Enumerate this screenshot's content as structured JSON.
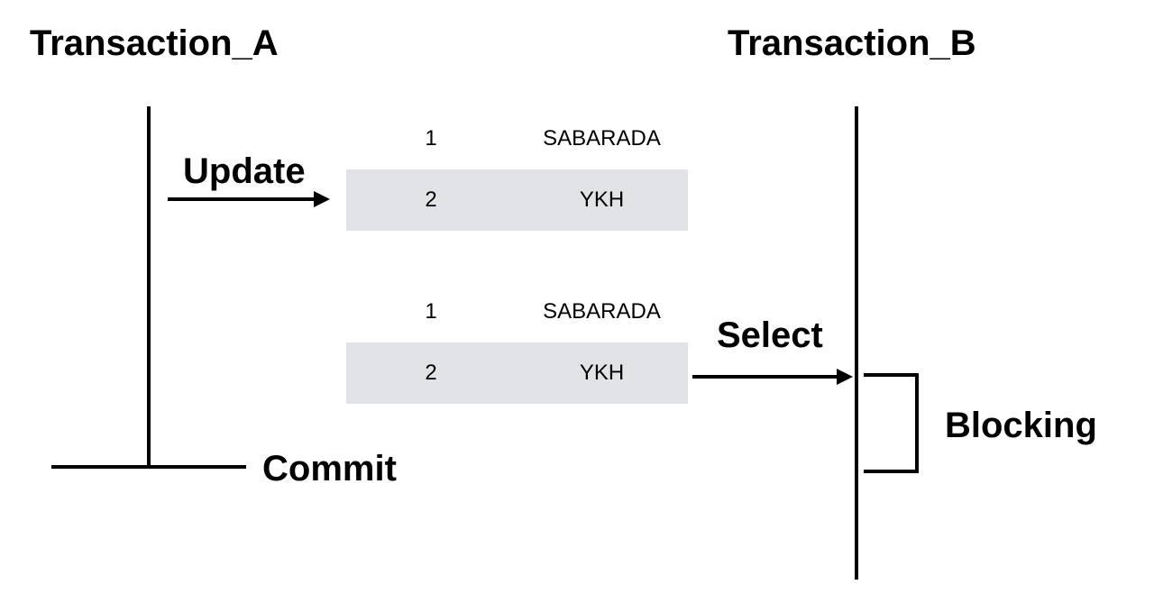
{
  "transaction_a": {
    "title": "Transaction_A"
  },
  "transaction_b": {
    "title": "Transaction_B"
  },
  "operations": {
    "update": "Update",
    "select": "Select",
    "commit": "Commit",
    "blocking": "Blocking"
  },
  "table_before": {
    "rows": [
      {
        "id": "1",
        "name": "SABARADA"
      },
      {
        "id": "2",
        "name": "YKH"
      }
    ]
  },
  "table_after": {
    "rows": [
      {
        "id": "1",
        "name": "SABARADA"
      },
      {
        "id": "2",
        "name": "YKH"
      }
    ]
  }
}
